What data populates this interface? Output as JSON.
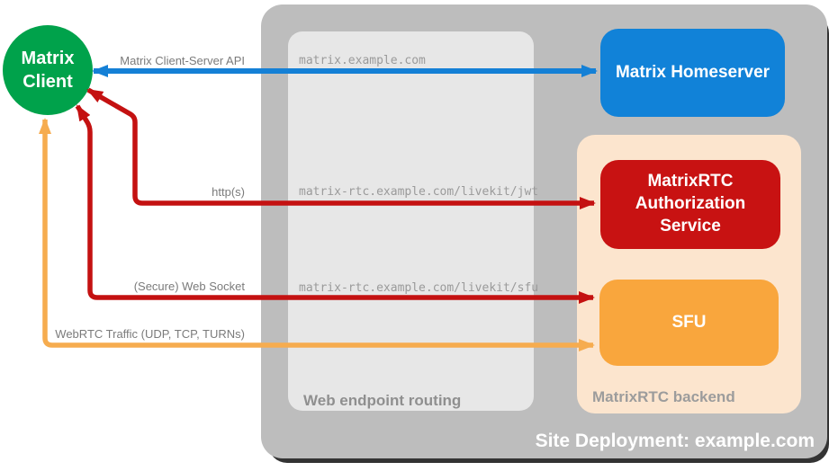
{
  "site": {
    "label": "Site Deployment: example.com",
    "bg_color": "#BDBDBD"
  },
  "client": {
    "line1": "Matrix",
    "line2": "Client",
    "color": "#00A24B"
  },
  "routing": {
    "label": "Web endpoint routing",
    "bg_color": "#E7E7E7",
    "endpoints": [
      "matrix.example.com",
      "matrix-rtc.example.com/livekit/jwt",
      "matrix-rtc.example.com/livekit/sfu"
    ]
  },
  "backend": {
    "label": "MatrixRTC backend",
    "bg_color": "#FCE5CE"
  },
  "nodes": {
    "homeserver": {
      "label": "Matrix Homeserver",
      "color": "#1182D8"
    },
    "auth": {
      "label": "MatrixRTC Authorization Service",
      "color": "#C81212"
    },
    "sfu": {
      "label": "SFU",
      "color": "#F9A63D"
    }
  },
  "connections": {
    "cs_api": {
      "label": "Matrix Client-Server API",
      "color": "#1480D6"
    },
    "https": {
      "label": "http(s)",
      "color": "#C41111"
    },
    "websocket": {
      "label": "(Secure) Web Socket",
      "color": "#C41111"
    },
    "webrtc": {
      "label": "WebRTC Traffic (UDP, TCP, TURNs)",
      "color": "#F6AC4F"
    }
  }
}
